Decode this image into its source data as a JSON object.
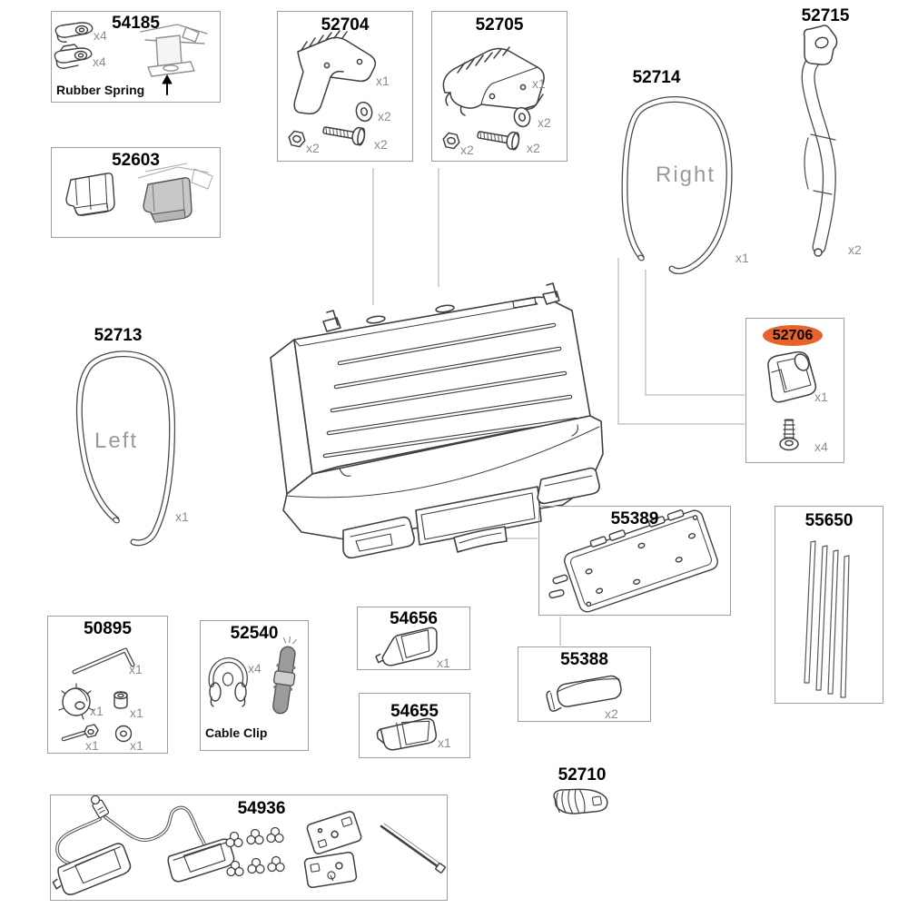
{
  "diagram": {
    "highlight_color": "#e8632c",
    "line_color": "#3f3f3f",
    "parts": {
      "p54185": {
        "number": "54185",
        "qty_lever_a": "x4",
        "qty_lever_b": "x4",
        "caption": "Rubber Spring"
      },
      "p52603": {
        "number": "52603"
      },
      "p52704": {
        "number": "52704",
        "qty_main": "x1",
        "qty_washer": "x2",
        "qty_bolt": "x2",
        "qty_nut": "x2"
      },
      "p52705": {
        "number": "52705",
        "qty_main": "x1",
        "qty_washer": "x2",
        "qty_bolt": "x2",
        "qty_nut": "x2"
      },
      "p52714": {
        "number": "52714",
        "side_label": "Right",
        "qty": "x1"
      },
      "p52715": {
        "number": "52715",
        "qty": "x2"
      },
      "p52713": {
        "number": "52713",
        "side_label": "Left",
        "qty": "x1"
      },
      "p52706": {
        "number": "52706",
        "qty_main": "x1",
        "qty_screw": "x4"
      },
      "p55389": {
        "number": "55389"
      },
      "p55650": {
        "number": "55650"
      },
      "p55388": {
        "number": "55388",
        "qty": "x2"
      },
      "p50895": {
        "number": "50895",
        "qty_key": "x1",
        "qty_knob": "x1",
        "qty_spacer": "x1",
        "qty_bolt": "x1",
        "qty_washer": "x1"
      },
      "p52540": {
        "number": "52540",
        "qty": "x4",
        "caption": "Cable Clip"
      },
      "p54656": {
        "number": "54656",
        "qty": "x1"
      },
      "p54655": {
        "number": "54655",
        "qty": "x1"
      },
      "p52710": {
        "number": "52710"
      },
      "p54936": {
        "number": "54936"
      }
    }
  }
}
